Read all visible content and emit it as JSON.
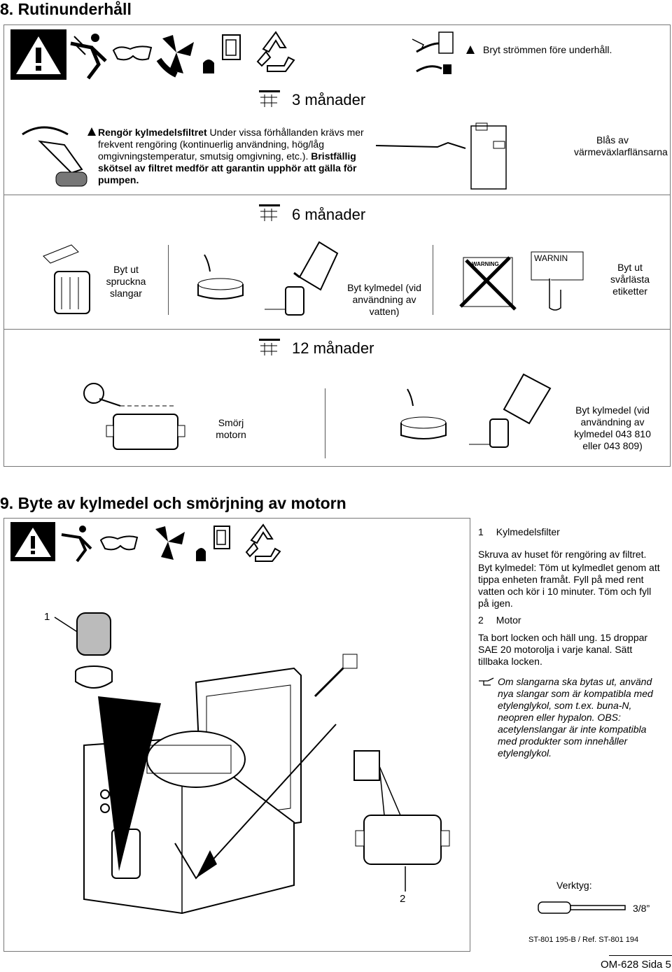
{
  "section8": {
    "title": "8. Rutinunderhåll",
    "power_off": "Bryt strömmen före underhåll.",
    "period_3": "3 månader",
    "filter_text_bold": "Rengör kylmedelsfiltret",
    "filter_text_1": " Under vissa förhållanden krävs mer frekvent rengöring (kontinuerlig användning, hög/låg omgivningstemperatur, smutsig omgivning, etc.).",
    "filter_text_bold2": " Bristfällig skötsel av filtret medför att garantin upphör att gälla för pumpen.",
    "blow_fins": "Blås av värmeväxlarflänsarna",
    "period_6": "6 månader",
    "replace_hoses": "Byt ut spruckna slangar",
    "replace_coolant_water": "Byt kylmedel (vid användning av vatten)",
    "warning_label": "WARNING",
    "replace_labels": "Byt ut svårlästa etiketter",
    "period_12": "12 månader",
    "lubricate_motor": "Smörj motorn",
    "replace_coolant_12": "Byt kylmedel (vid användning av kylmedel 043 810 eller 043 809)"
  },
  "section9": {
    "title": "9. Byte av kylmedel och smörjning av motorn",
    "item1_num": "1",
    "item1_title": "Kylmedelsfilter",
    "item1_text": "Skruva av huset för rengöring av filtret.",
    "coolant_text": "Byt kylmedel: Töm ut kylmedlet genom att tippa enheten framåt. Fyll på med rent vatten och kör i 10 minuter. Töm och fyll på igen.",
    "item2_num": "2",
    "item2_title": "Motor",
    "item2_text": "Ta bort locken och häll ung. 15 droppar SAE 20 motorolja i varje kanal. Sätt tillbaka locken.",
    "note": "Om slangarna ska bytas ut, använd nya slangar som är kompatibla med etylenglykol, som t.ex. buna-N, neopren eller hypalon. OBS: acetylenslangar är inte kompatibla med produkter som innehåller etylenglykol.",
    "callout1": "1",
    "callout2": "2",
    "tool_label": "Verktyg:",
    "tool_size": "3/8”",
    "ref": "ST-801 195-B / Ref. ST-801 194"
  },
  "footer": {
    "page": "OM-628 Sida 5"
  }
}
